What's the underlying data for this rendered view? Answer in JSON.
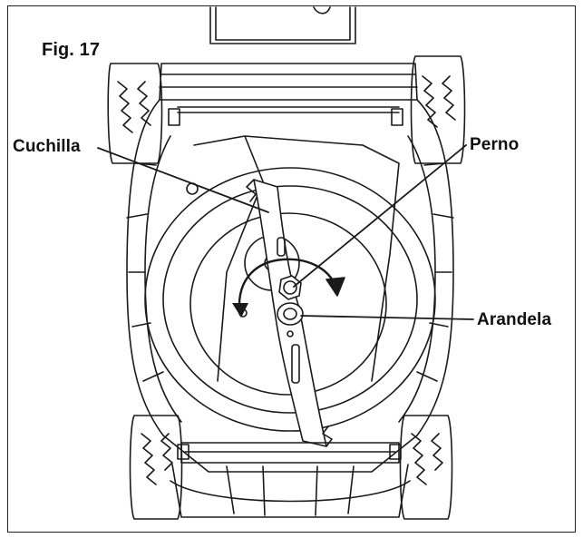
{
  "figure": {
    "title": "Fig. 17",
    "labels": {
      "blade": "Cuchilla",
      "bolt": "Perno",
      "washer": "Arandela"
    }
  },
  "colors": {
    "line": "#1a1a1a",
    "background": "#ffffff"
  }
}
